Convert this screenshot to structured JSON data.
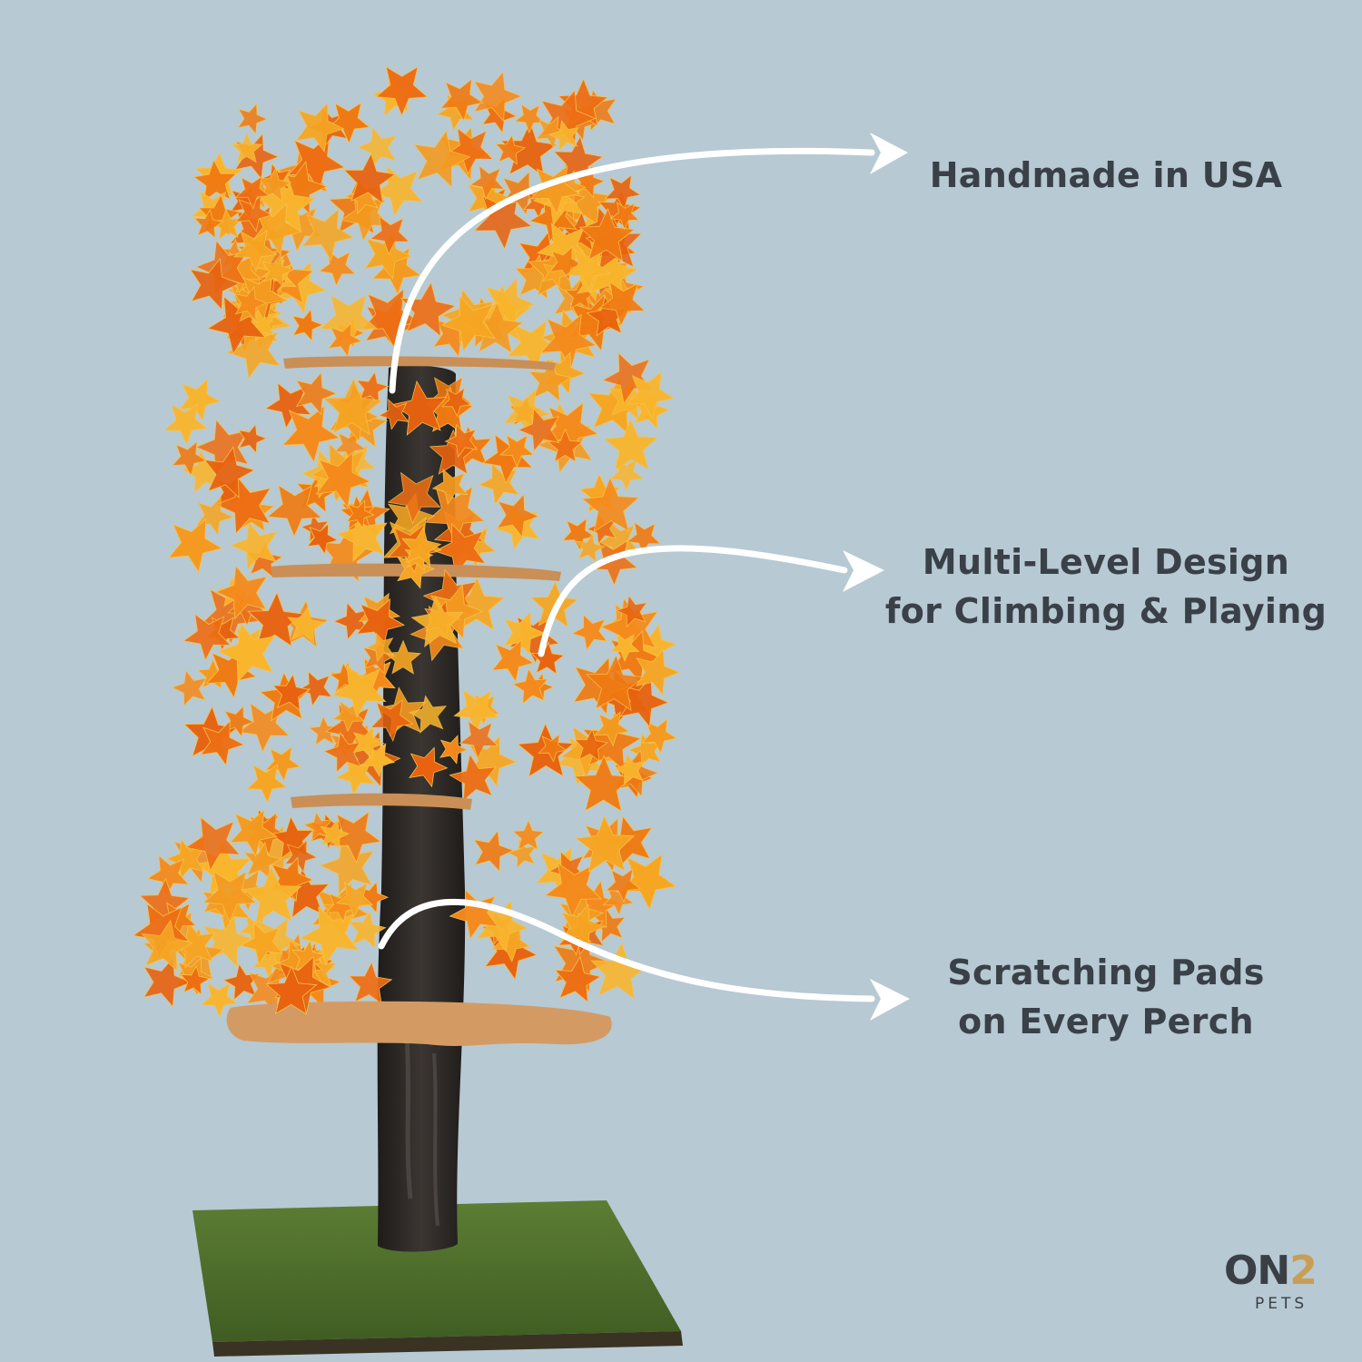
{
  "features": [
    {
      "lines": [
        "Handmade in USA"
      ]
    },
    {
      "lines": [
        "Multi-Level Design",
        "for Climbing & Playing"
      ]
    },
    {
      "lines": [
        "Scratching Pads",
        "on Every Perch"
      ]
    }
  ],
  "brand": {
    "mark_prefix": "ON",
    "mark_accent": "2",
    "sub": "PETS"
  },
  "colors": {
    "background": "#b7c9d3",
    "foliage": "#f07a12",
    "foliage_highlight": "#f8b52a",
    "trunk": "#2e2a26",
    "platform": "#c98f56",
    "turf": "#4c6c2a",
    "arrow": "#ffffff",
    "text": "#3a4048",
    "brand_accent": "#c99e54"
  }
}
